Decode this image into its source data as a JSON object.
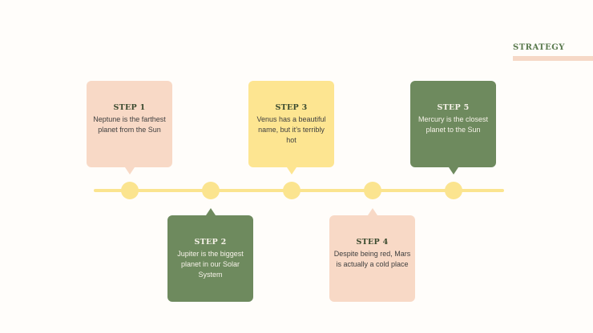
{
  "header": {
    "title": "STRATEGY"
  },
  "steps": [
    {
      "title": "STEP 1",
      "text": "Neptune is the farthest planet from the Sun"
    },
    {
      "title": "STEP 2",
      "text": "Jupiter is the biggest planet in our Solar System"
    },
    {
      "title": "STEP 3",
      "text": "Venus has a beautiful name, but it’s terribly hot"
    },
    {
      "title": "STEP 4",
      "text": "Despite being red, Mars is actually a cold place"
    },
    {
      "title": "STEP 5",
      "text": "Mercury is the closest planet to the Sun"
    }
  ],
  "colors": {
    "peach": "#f8d9c6",
    "yellow": "#fde591",
    "green": "#6e8a5e",
    "accent_text": "#5a7a4e"
  }
}
